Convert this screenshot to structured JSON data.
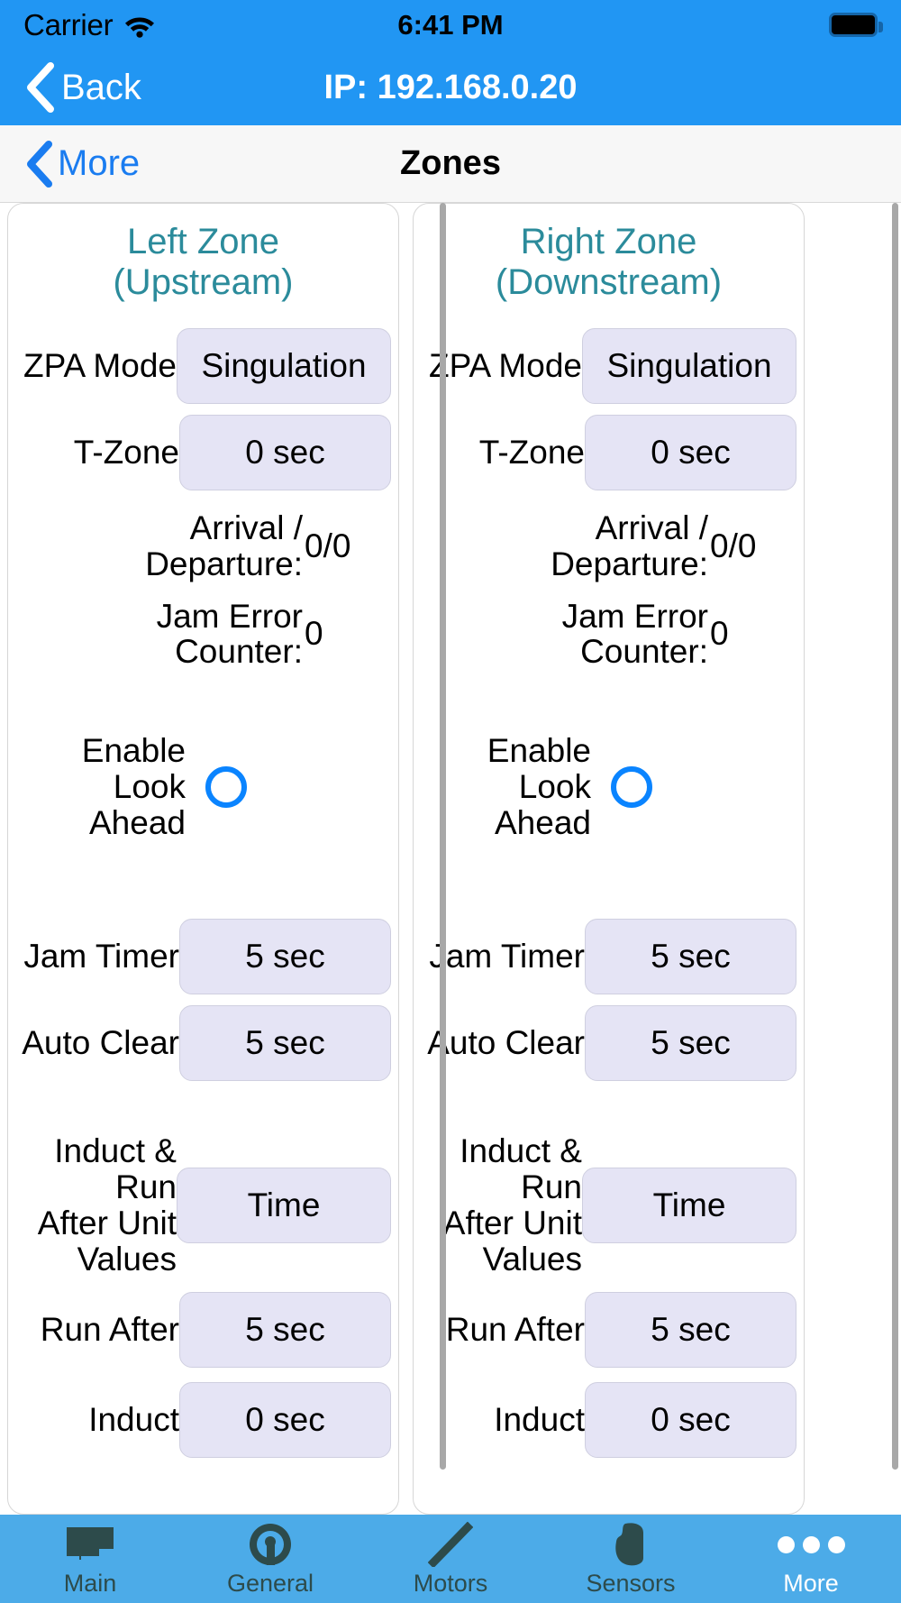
{
  "status_bar": {
    "carrier": "Carrier",
    "wifi_icon": "wifi-icon",
    "time": "6:41 PM",
    "battery_icon": "battery-full-icon"
  },
  "top_nav": {
    "back_icon": "chevron-left-icon",
    "back_label": "Back",
    "title": "IP: 192.168.0.20",
    "background": "#2196f3"
  },
  "sub_nav": {
    "back_icon": "chevron-left-icon",
    "back_label": "More",
    "title": "Zones",
    "link_color": "#1a7cf0"
  },
  "theme": {
    "accent_blue": "#2196f3",
    "zone_title_teal": "#2b8b9b",
    "field_fill": "#e5e4f5",
    "field_border": "#cfcfe0",
    "radio_blue": "#0a84ff",
    "tab_bar_blue": "#4cabe8",
    "tab_label_dark": "#2d4b4b"
  },
  "zones": [
    {
      "title": "Left Zone\n(Upstream)",
      "zpa_mode": {
        "label": "ZPA Mode",
        "value": "Singulation"
      },
      "t_zone": {
        "label": "T-Zone",
        "value": "0 sec"
      },
      "arrival_departure": {
        "label": "Arrival /\nDeparture:",
        "value": "0/0"
      },
      "jam_error_counter": {
        "label": "Jam Error\nCounter:",
        "value": "0"
      },
      "enable_look_ahead": {
        "label": "Enable\nLook Ahead",
        "checked": false
      },
      "jam_timer": {
        "label": "Jam Timer",
        "value": "5 sec"
      },
      "auto_clear": {
        "label": "Auto Clear",
        "value": "5 sec"
      },
      "induct_run_after_unit": {
        "label": "Induct & Run\nAfter Unit\nValues",
        "value": "Time"
      },
      "run_after": {
        "label": "Run After",
        "value": "5 sec"
      },
      "induct": {
        "label": "Induct",
        "value": "0 sec"
      }
    },
    {
      "title": "Right Zone\n(Downstream)",
      "zpa_mode": {
        "label": "ZPA Mode",
        "value": "Singulation"
      },
      "t_zone": {
        "label": "T-Zone",
        "value": "0 sec"
      },
      "arrival_departure": {
        "label": "Arrival /\nDeparture:",
        "value": "0/0"
      },
      "jam_error_counter": {
        "label": "Jam Error\nCounter:",
        "value": "0"
      },
      "enable_look_ahead": {
        "label": "Enable\nLook Ahead",
        "checked": false
      },
      "jam_timer": {
        "label": "Jam Timer",
        "value": "5 sec"
      },
      "auto_clear": {
        "label": "Auto Clear",
        "value": "5 sec"
      },
      "induct_run_after_unit": {
        "label": "Induct & Run\nAfter Unit\nValues",
        "value": "Time"
      },
      "run_after": {
        "label": "Run After",
        "value": "5 sec"
      },
      "induct": {
        "label": "Induct",
        "value": "0 sec"
      }
    }
  ],
  "tab_bar": {
    "items": [
      {
        "label": "Main",
        "icon": "device-board-icon",
        "active": false
      },
      {
        "label": "General",
        "icon": "p-logo-icon",
        "active": false
      },
      {
        "label": "Motors",
        "icon": "diagonal-bar-icon",
        "active": false
      },
      {
        "label": "Sensors",
        "icon": "sensor-blob-icon",
        "active": false
      },
      {
        "label": "More",
        "icon": "three-dots-icon",
        "active": true
      }
    ]
  }
}
